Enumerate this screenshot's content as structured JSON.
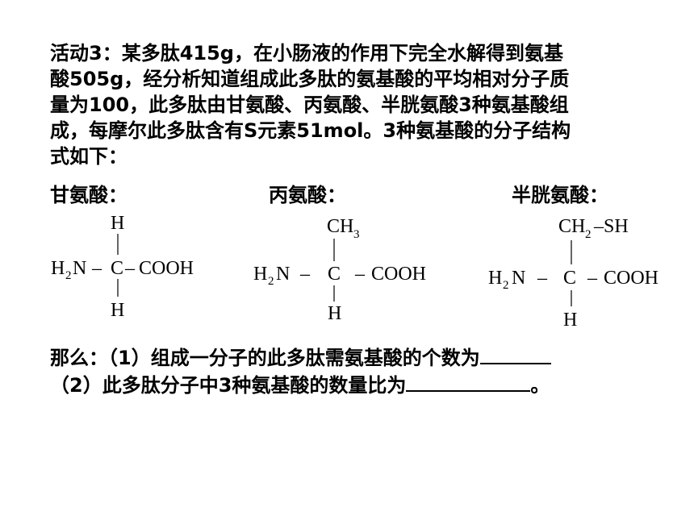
{
  "problem": {
    "lines": [
      "活动3：某多肽415g，在小肠液的作用下完全水解得到氨基",
      "酸505g，经分析知道组成此多肽的氨基酸的平均相对分子质",
      "量为100，此多肽由甘氨酸、丙氨酸、半胱氨酸3种氨基酸组",
      "成，每摩尔此多肽含有S元素51mol。3种氨基酸的分子结构",
      "式如下："
    ]
  },
  "amino_acids": {
    "glycine": {
      "name": "甘氨酸：",
      "top": "H",
      "bottom": "H",
      "left": "H",
      "left_sub": "2",
      "left_n": "N",
      "dash1": "–",
      "carbon": "C",
      "dash2": "–",
      "cooh": "COOH"
    },
    "alanine": {
      "name": "丙氨酸：",
      "top": "CH",
      "top_sub": "3",
      "bottom": "H",
      "left": "H",
      "left_sub": "2",
      "left_n": "N",
      "dash1": "–",
      "carbon": "C",
      "dash2": "–",
      "cooh": "COOH"
    },
    "cysteine": {
      "name": "半胱氨酸：",
      "top": "CH",
      "top_sub": "2",
      "top_tail": "–SH",
      "bottom": "H",
      "left": "H",
      "left_sub": "2",
      "left_n": "N",
      "dash1": "–",
      "carbon": "C",
      "dash2": "–",
      "cooh": "COOH"
    }
  },
  "questions": {
    "q1_prefix": "那么：（1）组成一分子的此多肽需氨基酸的个数为",
    "q2_prefix": "（2）此多肽分子中3种氨基酸的数量比为",
    "q2_suffix": "。"
  }
}
